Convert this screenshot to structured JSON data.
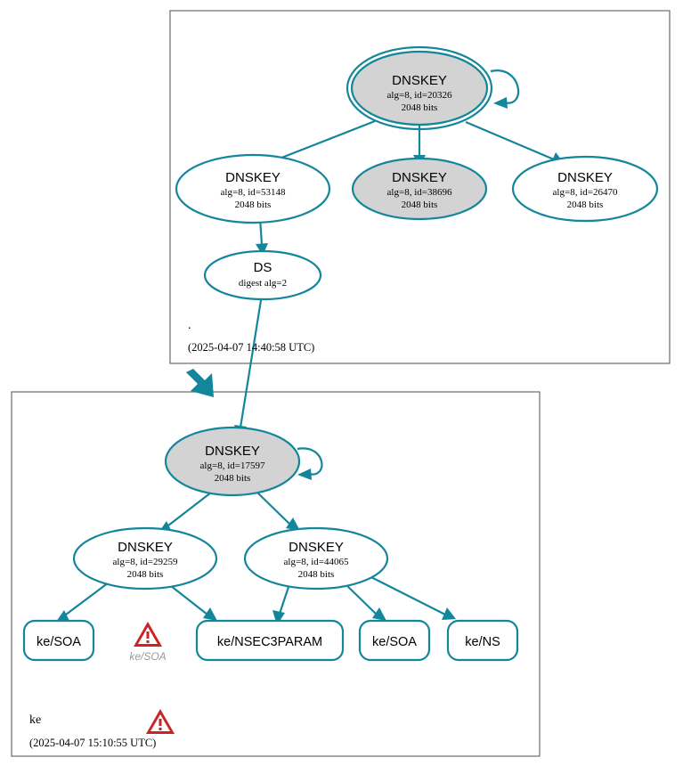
{
  "diagram": {
    "type": "dnssec-authentication-chain",
    "colors": {
      "edge": "#13869b",
      "node_stroke": "#13869b",
      "secure_fill": "#d3d3d3",
      "plain_fill": "#ffffff",
      "zone_border": "#6b6b6b",
      "warning": "#cc2222",
      "warning_label": "#999999"
    }
  },
  "zones": [
    {
      "id": "root",
      "name": ".",
      "timestamp": "(2025-04-07 14:40:58 UTC)"
    },
    {
      "id": "ke",
      "name": "ke",
      "timestamp": "(2025-04-07 15:10:55 UTC)"
    }
  ],
  "nodes": {
    "root_ksk": {
      "title": "DNSKEY",
      "line2": "alg=8, id=20326",
      "line3": "2048 bits",
      "shape": "doubleellipse",
      "fill": "#d3d3d3"
    },
    "root_zsk_53148": {
      "title": "DNSKEY",
      "line2": "alg=8, id=53148",
      "line3": "2048 bits",
      "shape": "ellipse",
      "fill": "#ffffff"
    },
    "root_zsk_38696": {
      "title": "DNSKEY",
      "line2": "alg=8, id=38696",
      "line3": "2048 bits",
      "shape": "ellipse",
      "fill": "#d3d3d3"
    },
    "root_zsk_26470": {
      "title": "DNSKEY",
      "line2": "alg=8, id=26470",
      "line3": "2048 bits",
      "shape": "ellipse",
      "fill": "#ffffff"
    },
    "root_ds": {
      "title": "DS",
      "line2": "digest alg=2",
      "line3": "",
      "shape": "ellipse",
      "fill": "#ffffff"
    },
    "ke_ksk_17597": {
      "title": "DNSKEY",
      "line2": "alg=8, id=17597",
      "line3": "2048 bits",
      "shape": "ellipse",
      "fill": "#d3d3d3"
    },
    "ke_zsk_29259": {
      "title": "DNSKEY",
      "line2": "alg=8, id=29259",
      "line3": "2048 bits",
      "shape": "ellipse",
      "fill": "#ffffff"
    },
    "ke_zsk_44065": {
      "title": "DNSKEY",
      "line2": "alg=8, id=44065",
      "line3": "2048 bits",
      "shape": "ellipse",
      "fill": "#ffffff"
    }
  },
  "rrsets": [
    {
      "id": "rrset_soa_1",
      "label": "ke/SOA"
    },
    {
      "id": "rrset_nsec3param",
      "label": "ke/NSEC3PARAM"
    },
    {
      "id": "rrset_soa_2",
      "label": "ke/SOA"
    },
    {
      "id": "rrset_ns",
      "label": "ke/NS"
    }
  ],
  "warnings": [
    {
      "id": "warning_rrset_soa",
      "label": "ke/SOA",
      "icon": "warning-triangle-icon"
    },
    {
      "id": "warning_zone_ke",
      "label": "",
      "icon": "warning-triangle-icon"
    }
  ]
}
